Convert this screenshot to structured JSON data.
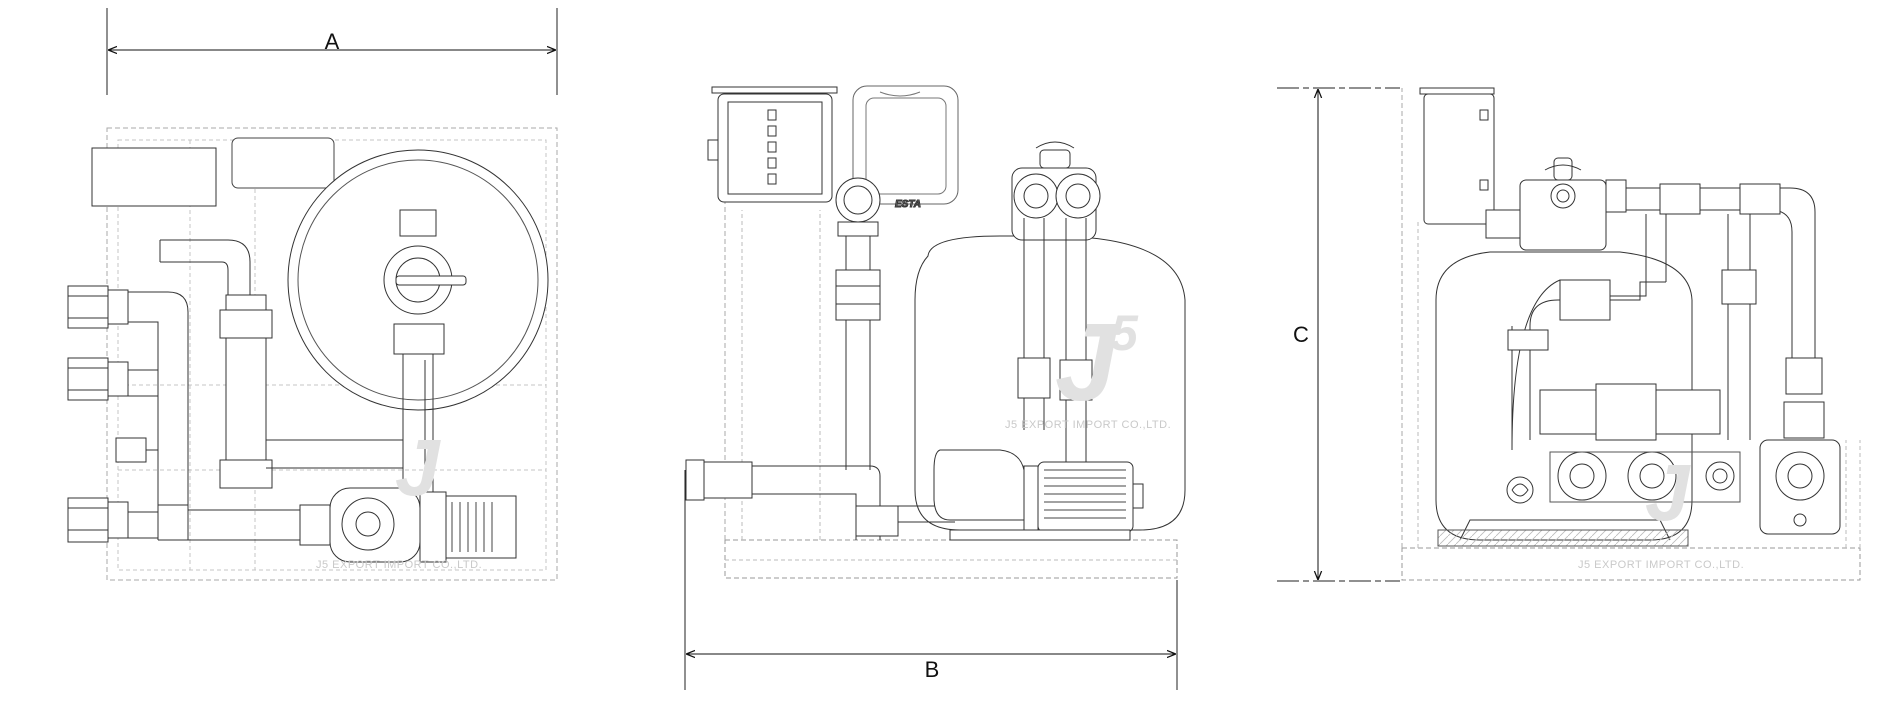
{
  "dimensions": {
    "a": "A",
    "b": "B",
    "c": "C"
  },
  "watermark": {
    "company": "J5 EXPORT IMPORT CO.,LTD.",
    "logo": "J",
    "logo_sup": "5"
  },
  "brand_mark": "ESTA"
}
